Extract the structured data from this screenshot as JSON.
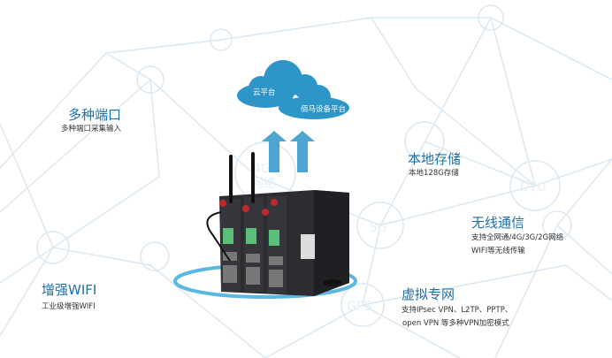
{
  "cloud": {
    "line1": "云平台",
    "line2": "佰马设备平台"
  },
  "nodes": {
    "n1": "4G",
    "n2": "网络",
    "n3": "5G",
    "n4": "DTU",
    "n5": "GPS"
  },
  "features": [
    {
      "title": "多种端口",
      "desc": [
        "多种端口采集输入"
      ]
    },
    {
      "title": "本地存储",
      "desc": [
        "本地128G存储"
      ]
    },
    {
      "title": "无线通信",
      "desc": [
        "支持全网通/4G/3G/2G网络",
        "WIFI等无线传输"
      ]
    },
    {
      "title": "增强WIFI",
      "desc": [
        "工业级增强WIFI"
      ]
    },
    {
      "title": "虚拟专网",
      "desc": [
        "支持IPsec VPN、L2TP、PPTP、",
        "open VPN 等多种VPN加密模式"
      ]
    }
  ],
  "colors": {
    "accent": "#1e6fa8",
    "cloud": "#2e95c9",
    "ring": "#5bb8e0",
    "network": "#d6e6f1"
  }
}
